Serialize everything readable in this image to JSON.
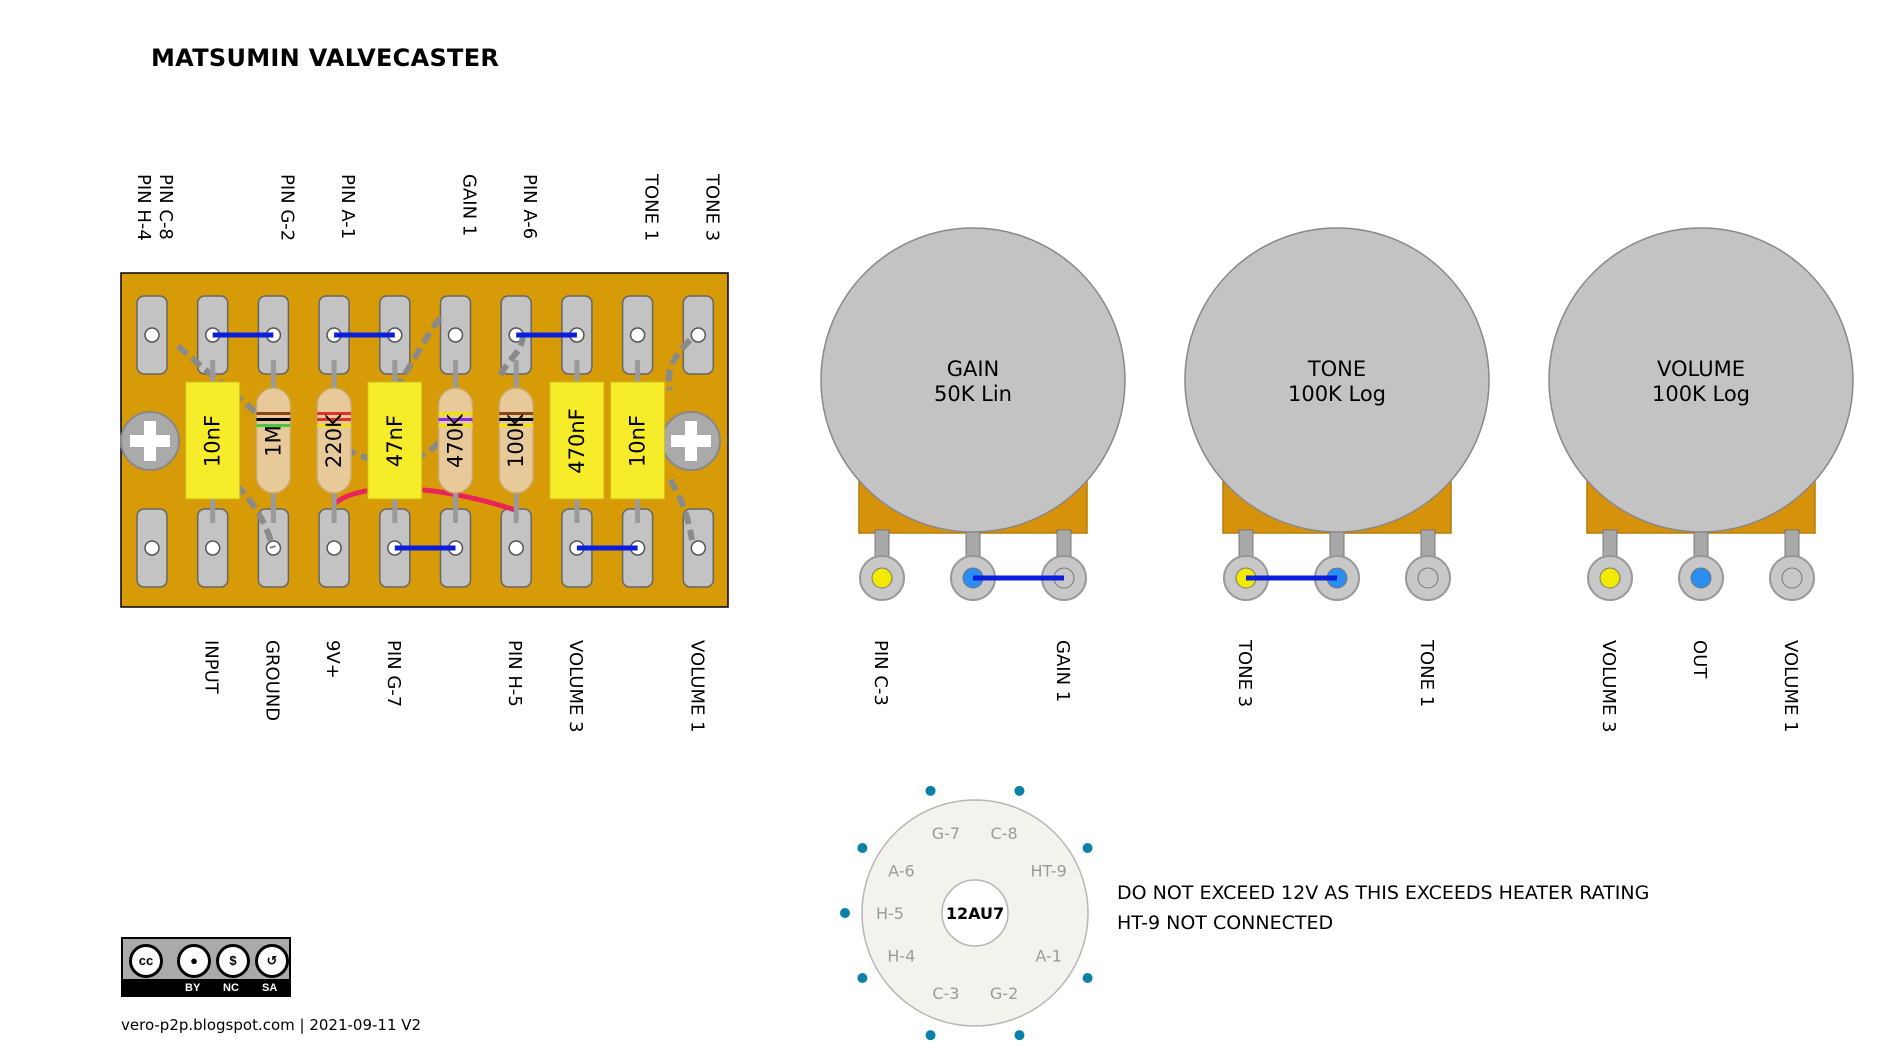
{
  "title": "MATSUMIN VALVECASTER",
  "board": {
    "top_labels": [
      {
        "lines": [
          "PIN C-8",
          "PIN H-4"
        ],
        "col": 0
      },
      {
        "lines": [
          "PIN G-2"
        ],
        "col": 2
      },
      {
        "lines": [
          "PIN A-1"
        ],
        "col": 3
      },
      {
        "lines": [
          "GAIN 1"
        ],
        "col": 5
      },
      {
        "lines": [
          "PIN A-6"
        ],
        "col": 6
      },
      {
        "lines": [
          "TONE 1"
        ],
        "col": 8
      },
      {
        "lines": [
          "TONE 3"
        ],
        "col": 9
      }
    ],
    "bottom_labels": [
      {
        "text": "INPUT",
        "col": 1
      },
      {
        "text": "GROUND",
        "col": 2
      },
      {
        "text": "9V+",
        "col": 3
      },
      {
        "text": "PIN G-7",
        "col": 4
      },
      {
        "text": "PIN H-5",
        "col": 6
      },
      {
        "text": "VOLUME 3",
        "col": 7
      },
      {
        "text": "VOLUME 1",
        "col": 9
      }
    ],
    "components": [
      {
        "kind": "capacitor",
        "value": "10nF",
        "col": 1
      },
      {
        "kind": "resistor",
        "value": "1M",
        "col": 2,
        "bands": [
          "#8B4513",
          "#000000",
          "#47c944"
        ]
      },
      {
        "kind": "resistor",
        "value": "220K",
        "col": 3,
        "bands": [
          "#e0302a",
          "#e0302a",
          "#f2e200"
        ]
      },
      {
        "kind": "capacitor",
        "value": "47nF",
        "col": 4
      },
      {
        "kind": "resistor",
        "value": "470K",
        "col": 5,
        "bands": [
          "#f2e200",
          "#8a2be2",
          "#f2e200"
        ]
      },
      {
        "kind": "resistor",
        "value": "100K",
        "col": 6,
        "bands": [
          "#8B4513",
          "#000000",
          "#f2e200"
        ]
      },
      {
        "kind": "capacitor",
        "value": "470nF",
        "col": 7
      },
      {
        "kind": "capacitor",
        "value": "10nF",
        "col": 8
      }
    ],
    "colors": {
      "board": "#d79b07",
      "capacitor": "#f7ec2a",
      "resistor": "#e8c99a",
      "link": "#0a1edc",
      "jumper": "#e8245a"
    }
  },
  "pots": [
    {
      "name": "GAIN",
      "value": "50K Lin",
      "labels": [
        "PIN C-3",
        "",
        "GAIN 1"
      ]
    },
    {
      "name": "TONE",
      "value": "100K Log",
      "labels": [
        "TONE 3",
        "",
        "TONE 1"
      ]
    },
    {
      "name": "VOLUME",
      "value": "100K Log",
      "labels": [
        "VOLUME 3",
        "OUT",
        "VOLUME 1"
      ]
    }
  ],
  "tube": {
    "name": "12AU7",
    "pins": [
      "G-7",
      "C-8",
      "HT-9",
      "A-1",
      "G-2",
      "C-3",
      "H-4",
      "H-5",
      "A-6"
    ]
  },
  "notes": [
    "DO NOT EXCEED 12V AS THIS EXCEEDS HEATER RATING",
    "HT-9 NOT CONNECTED"
  ],
  "license": {
    "by": "BY",
    "nc": "NC",
    "sa": "SA",
    "cc": "cc"
  },
  "footer": "vero-p2p.blogspot.com  |  2021-09-11 V2"
}
